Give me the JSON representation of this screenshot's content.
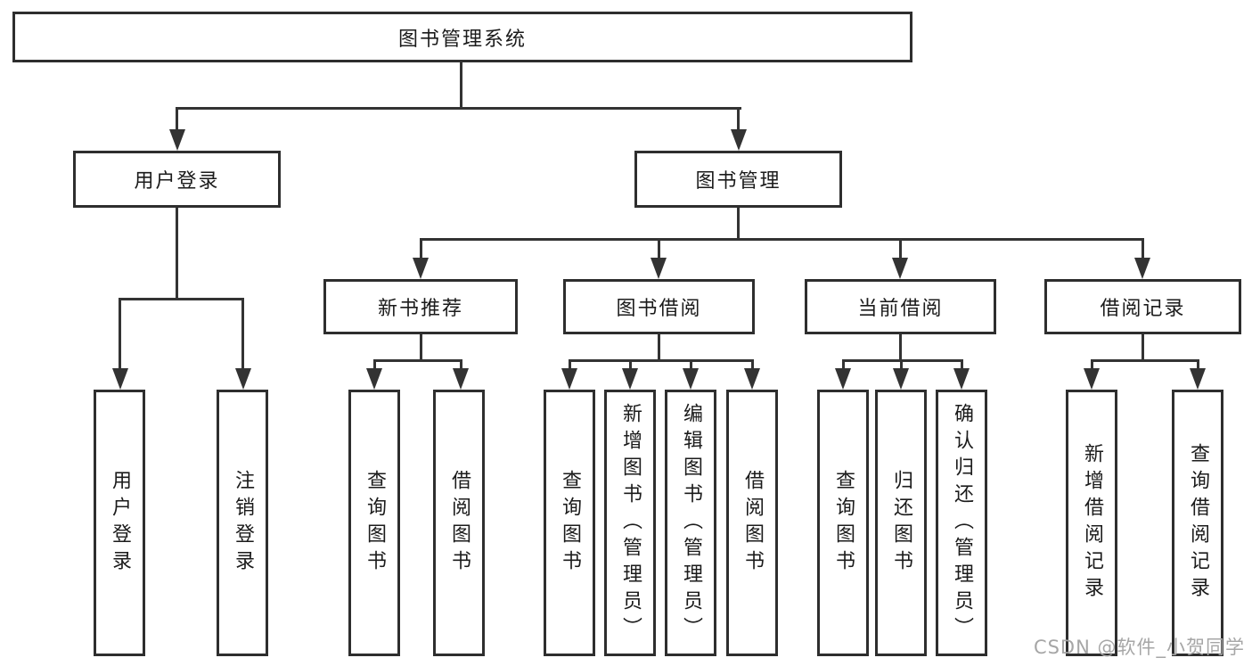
{
  "diagram": {
    "root": {
      "label": "图书管理系统"
    },
    "level2": [
      {
        "label": "用户登录"
      },
      {
        "label": "图书管理"
      }
    ],
    "level3": [
      {
        "label": "新书推荐"
      },
      {
        "label": "图书借阅"
      },
      {
        "label": "当前借阅"
      },
      {
        "label": "借阅记录"
      }
    ],
    "leaves": {
      "user_login": [
        "用户登录",
        "注销登录"
      ],
      "new_book": [
        "查询图书",
        "借阅图书"
      ],
      "book_borrow": [
        "查询图书",
        "新增图书（管理员）",
        "编辑图书（管理员）",
        "借阅图书"
      ],
      "current_borrow": [
        "查询图书",
        "归还图书",
        "确认归还（管理员）"
      ],
      "borrow_record": [
        "新增借阅记录",
        "查询借阅记录"
      ]
    },
    "colors": {
      "line": "#333333",
      "border": "#2e2e2e",
      "text": "#1b1b1b",
      "watermark": "#a6a6a6",
      "bg": "#ffffff"
    }
  },
  "watermark": {
    "text": "CSDN @软件_小贺同学"
  }
}
